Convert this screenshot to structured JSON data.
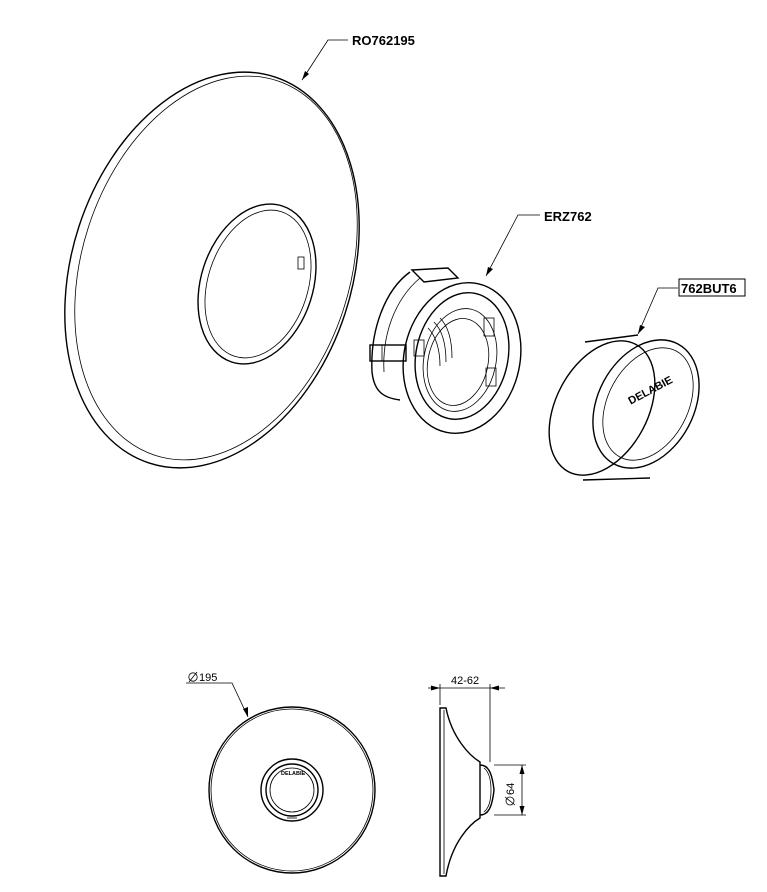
{
  "labels": {
    "rosette": "RO762195",
    "adapter": "ERZ762",
    "button": "762BUT6"
  },
  "dimensions": {
    "diameter_rosette": "195",
    "depth_range": "42-62",
    "diameter_button": "64"
  },
  "brand": "DELABIE"
}
